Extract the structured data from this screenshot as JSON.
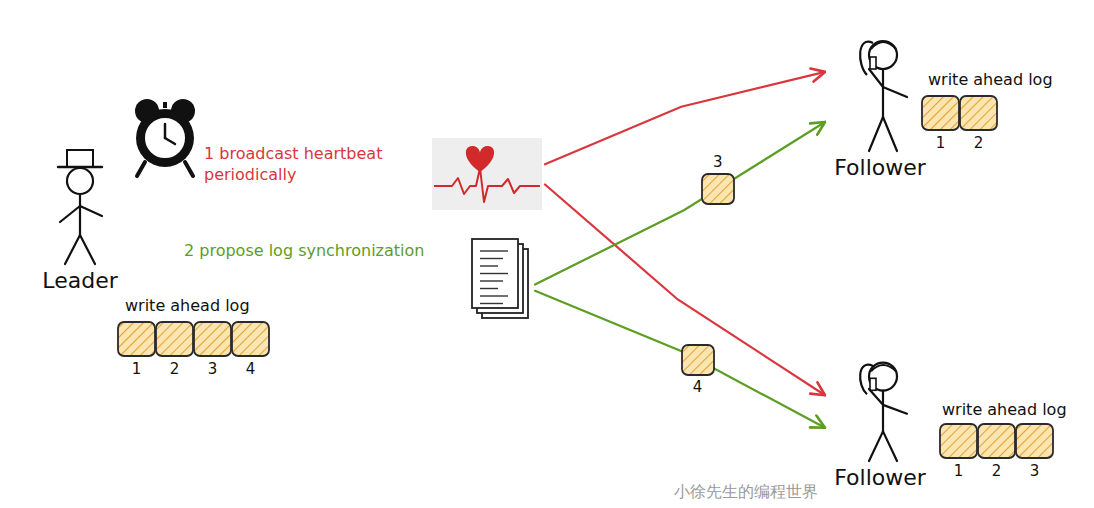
{
  "diagram": {
    "nodes": [
      {
        "text": [
          "Leader"
        ]
      },
      {
        "text": [
          "1 broadcast heartbeat periodically"
        ]
      },
      {
        "text": [
          "2 propose log synchronization"
        ]
      },
      {
        "text": [
          "Follower"
        ]
      },
      {
        "text": [
          "Follower"
        ]
      }
    ],
    "edges": [
      {
        "from": 1,
        "to": 3,
        "arrow": "to"
      },
      {
        "from": 1,
        "to": 4,
        "arrow": "to"
      },
      {
        "from": 2,
        "to": 3,
        "arrow": "to",
        "label": "3"
      },
      {
        "from": 2,
        "to": 4,
        "arrow": "to",
        "label": "4"
      }
    ],
    "labels": [
      "write ahead log",
      "1",
      "2",
      "3",
      "4",
      "write ahead log",
      "1",
      "2",
      "write ahead log",
      "1",
      "2",
      "3",
      "小徐先生的编程世界"
    ]
  }
}
